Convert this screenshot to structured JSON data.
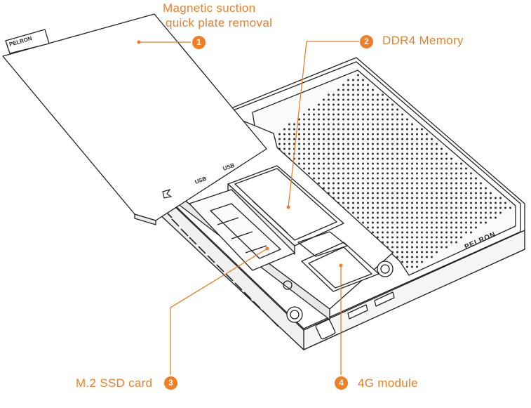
{
  "accent_color": "#f07e26",
  "line_color": "#222222",
  "callouts": [
    {
      "number": "1",
      "label_line1": "Magnetic suction",
      "label_line2": "quick plate removal"
    },
    {
      "number": "2",
      "label": "DDR4 Memory"
    },
    {
      "number": "3",
      "label": "M.2 SSD card"
    },
    {
      "number": "4",
      "label": "4G module"
    }
  ],
  "device": {
    "brand_lid": "PELRON",
    "brand_body": "PELRON",
    "port_label_1": "USB",
    "port_label_2": "USB"
  }
}
